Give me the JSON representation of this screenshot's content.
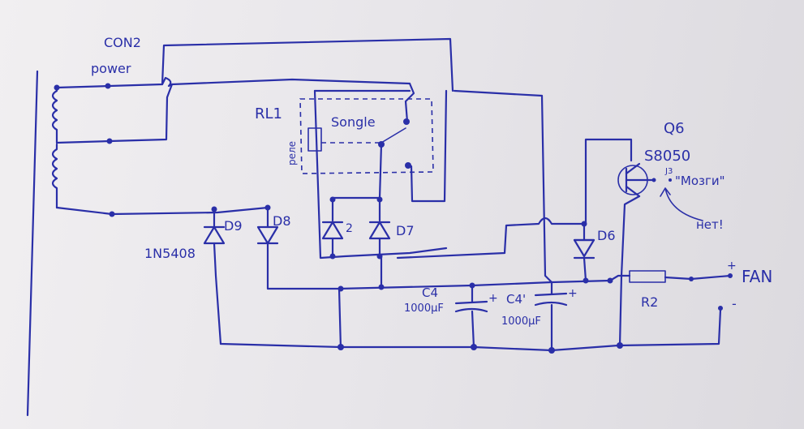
{
  "labels": {
    "con2": "CON2",
    "power": "power",
    "rl1": "RL1",
    "relay_note": "реле",
    "songle": "Songle",
    "q6": "Q6",
    "transistor": "S8050",
    "j3": "J3",
    "mozgi": "\"Мозги\"",
    "net": "нет!",
    "d9": "D9",
    "d8": "D8",
    "d7": "D7",
    "d6": "D6",
    "d_extra": "2",
    "diode_part": "1N5408",
    "c4": "C4",
    "c4_value": "1000μF",
    "c4b": "C4'",
    "c4b_value": "1000μF",
    "plus_c4": "+",
    "plus_c4b": "+",
    "r2": "R2",
    "fan": "FAN",
    "fan_plus": "+",
    "fan_minus": "-"
  },
  "colors": {
    "ink": "#2a2fa8",
    "paper": "#ecebed"
  }
}
